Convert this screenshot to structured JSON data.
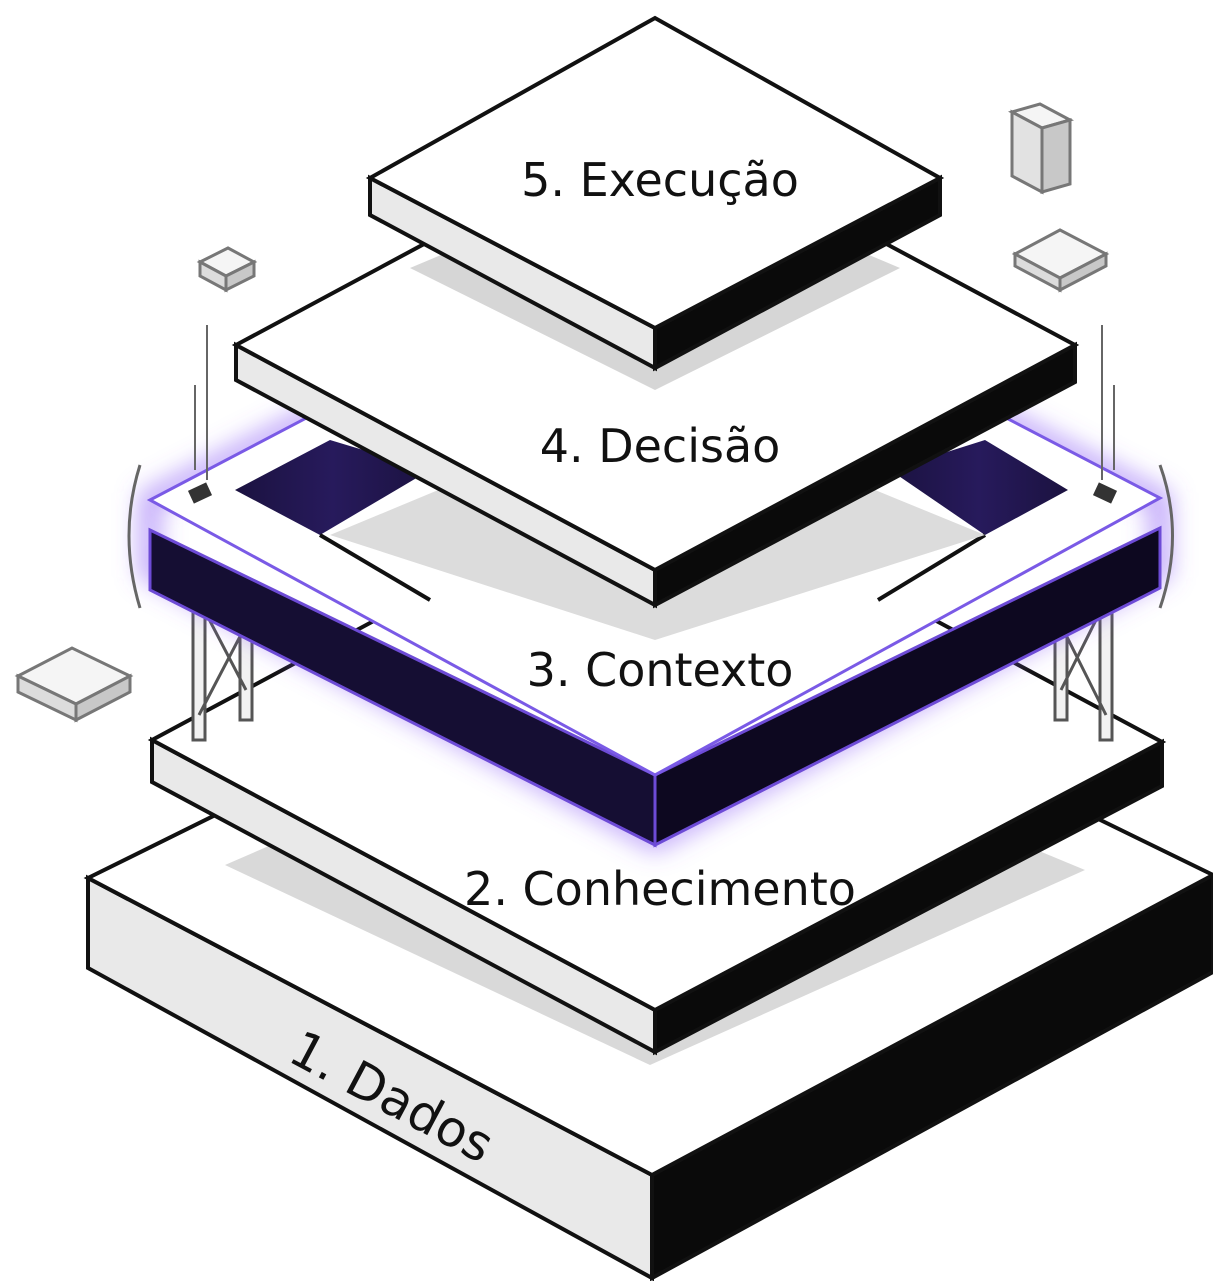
{
  "layers": [
    {
      "id": "dados",
      "label": "1. Dados"
    },
    {
      "id": "conhecimento",
      "label": "2. Conhecimento"
    },
    {
      "id": "contexto",
      "label": "3. Contexto"
    },
    {
      "id": "decisao",
      "label": "4. Decisão"
    },
    {
      "id": "execucao",
      "label": "5. Execução"
    }
  ],
  "colors": {
    "outline": "#111111",
    "top_face": "#ffffff",
    "side_light": "#e6e6e6",
    "side_dark": "#0a0a0a",
    "accent": "#8b5cf6",
    "accent_dark": "#17103a",
    "shadow": "#d6d6d6"
  },
  "decorations": [
    {
      "name": "floating-cube-icon",
      "count": 4
    },
    {
      "name": "support-post-icon",
      "count": 4
    },
    {
      "name": "bracket-icon",
      "count": 2
    }
  ]
}
